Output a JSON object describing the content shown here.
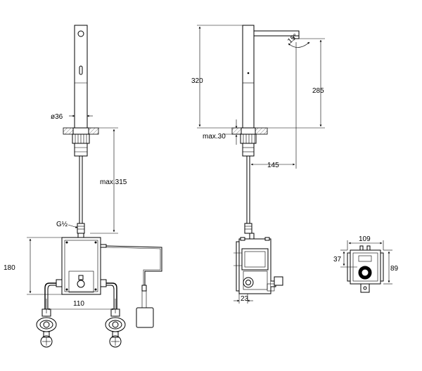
{
  "front_view": {
    "dim_diameter": "ø36",
    "dim_max_hose": "max.315",
    "dim_thread": "G½",
    "dim_box_height": "180",
    "dim_valve_spacing": "110"
  },
  "side_view": {
    "dim_height_total": "320",
    "dim_height_spout": "285",
    "dim_max_deck": "max.30",
    "dim_reach": "145",
    "dim_swivel": "15°",
    "dim_box_depth": "23"
  },
  "box_view": {
    "dim_width": "109",
    "dim_offset": "37",
    "dim_height": "89"
  }
}
